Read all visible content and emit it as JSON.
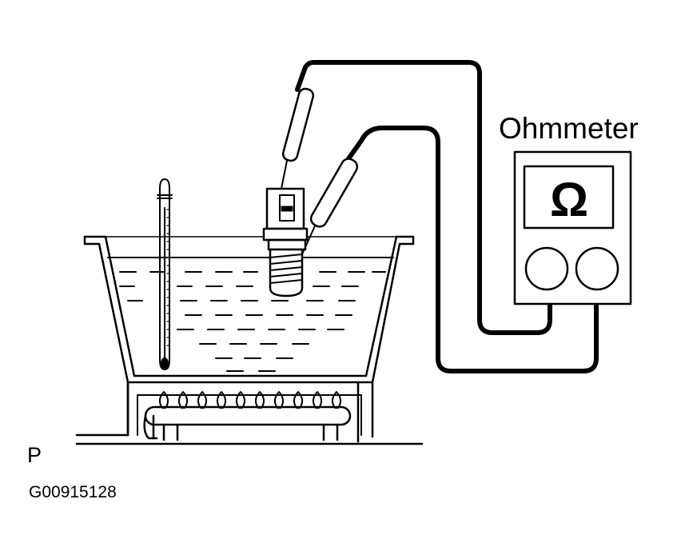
{
  "labels": {
    "meter": "Ohmmeter",
    "ohm_symbol": "Ω",
    "corner": "P",
    "figure_code": "G00915128"
  },
  "icons": {
    "meter_display": "ohm-symbol",
    "thermometer": "thermometer-icon",
    "sensor": "temperature-sensor-icon",
    "burner": "gas-burner-icon"
  },
  "colors": {
    "ink": "#000000",
    "paper": "#ffffff"
  }
}
